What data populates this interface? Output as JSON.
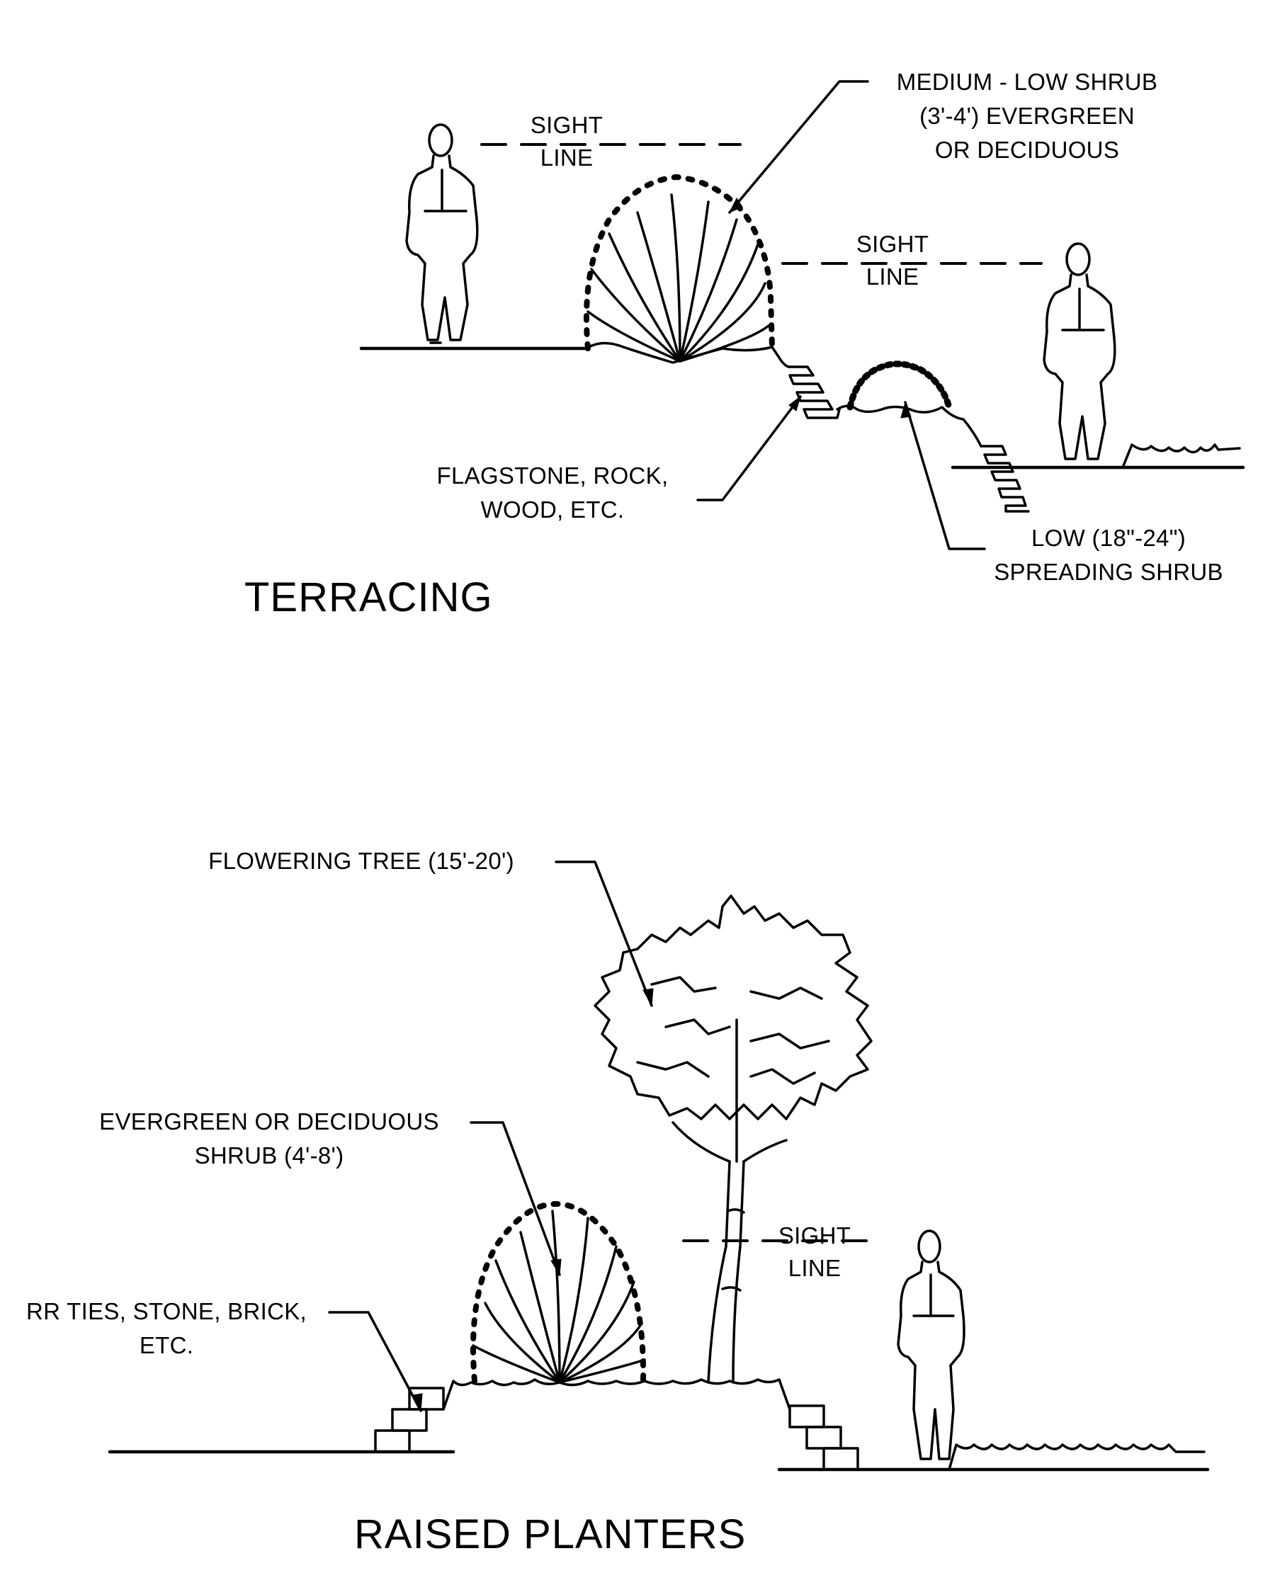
{
  "sections": [
    {
      "title": "TERRACING",
      "labels": {
        "medium_low_shrub": [
          "MEDIUM - LOW SHRUB",
          "(3'-4') EVERGREEN",
          "OR DECIDUOUS"
        ],
        "sight_line_1": [
          "SIGHT",
          "LINE"
        ],
        "sight_line_2": [
          "SIGHT",
          "LINE"
        ],
        "flagstone": [
          "FLAGSTONE, ROCK,",
          "WOOD, ETC."
        ],
        "low_spreading_shrub": [
          "LOW (18\"-24\")",
          "SPREADING SHRUB"
        ]
      }
    },
    {
      "title": "RAISED PLANTERS",
      "labels": {
        "flowering_tree": [
          "FLOWERING TREE (15'-20')"
        ],
        "evergreen_shrub": [
          "EVERGREEN OR DECIDUOUS",
          "SHRUB (4'-8')"
        ],
        "rr_ties": [
          "RR TIES, STONE, BRICK,",
          "ETC."
        ],
        "sight_line": [
          "SIGHT",
          "LINE"
        ]
      }
    }
  ]
}
